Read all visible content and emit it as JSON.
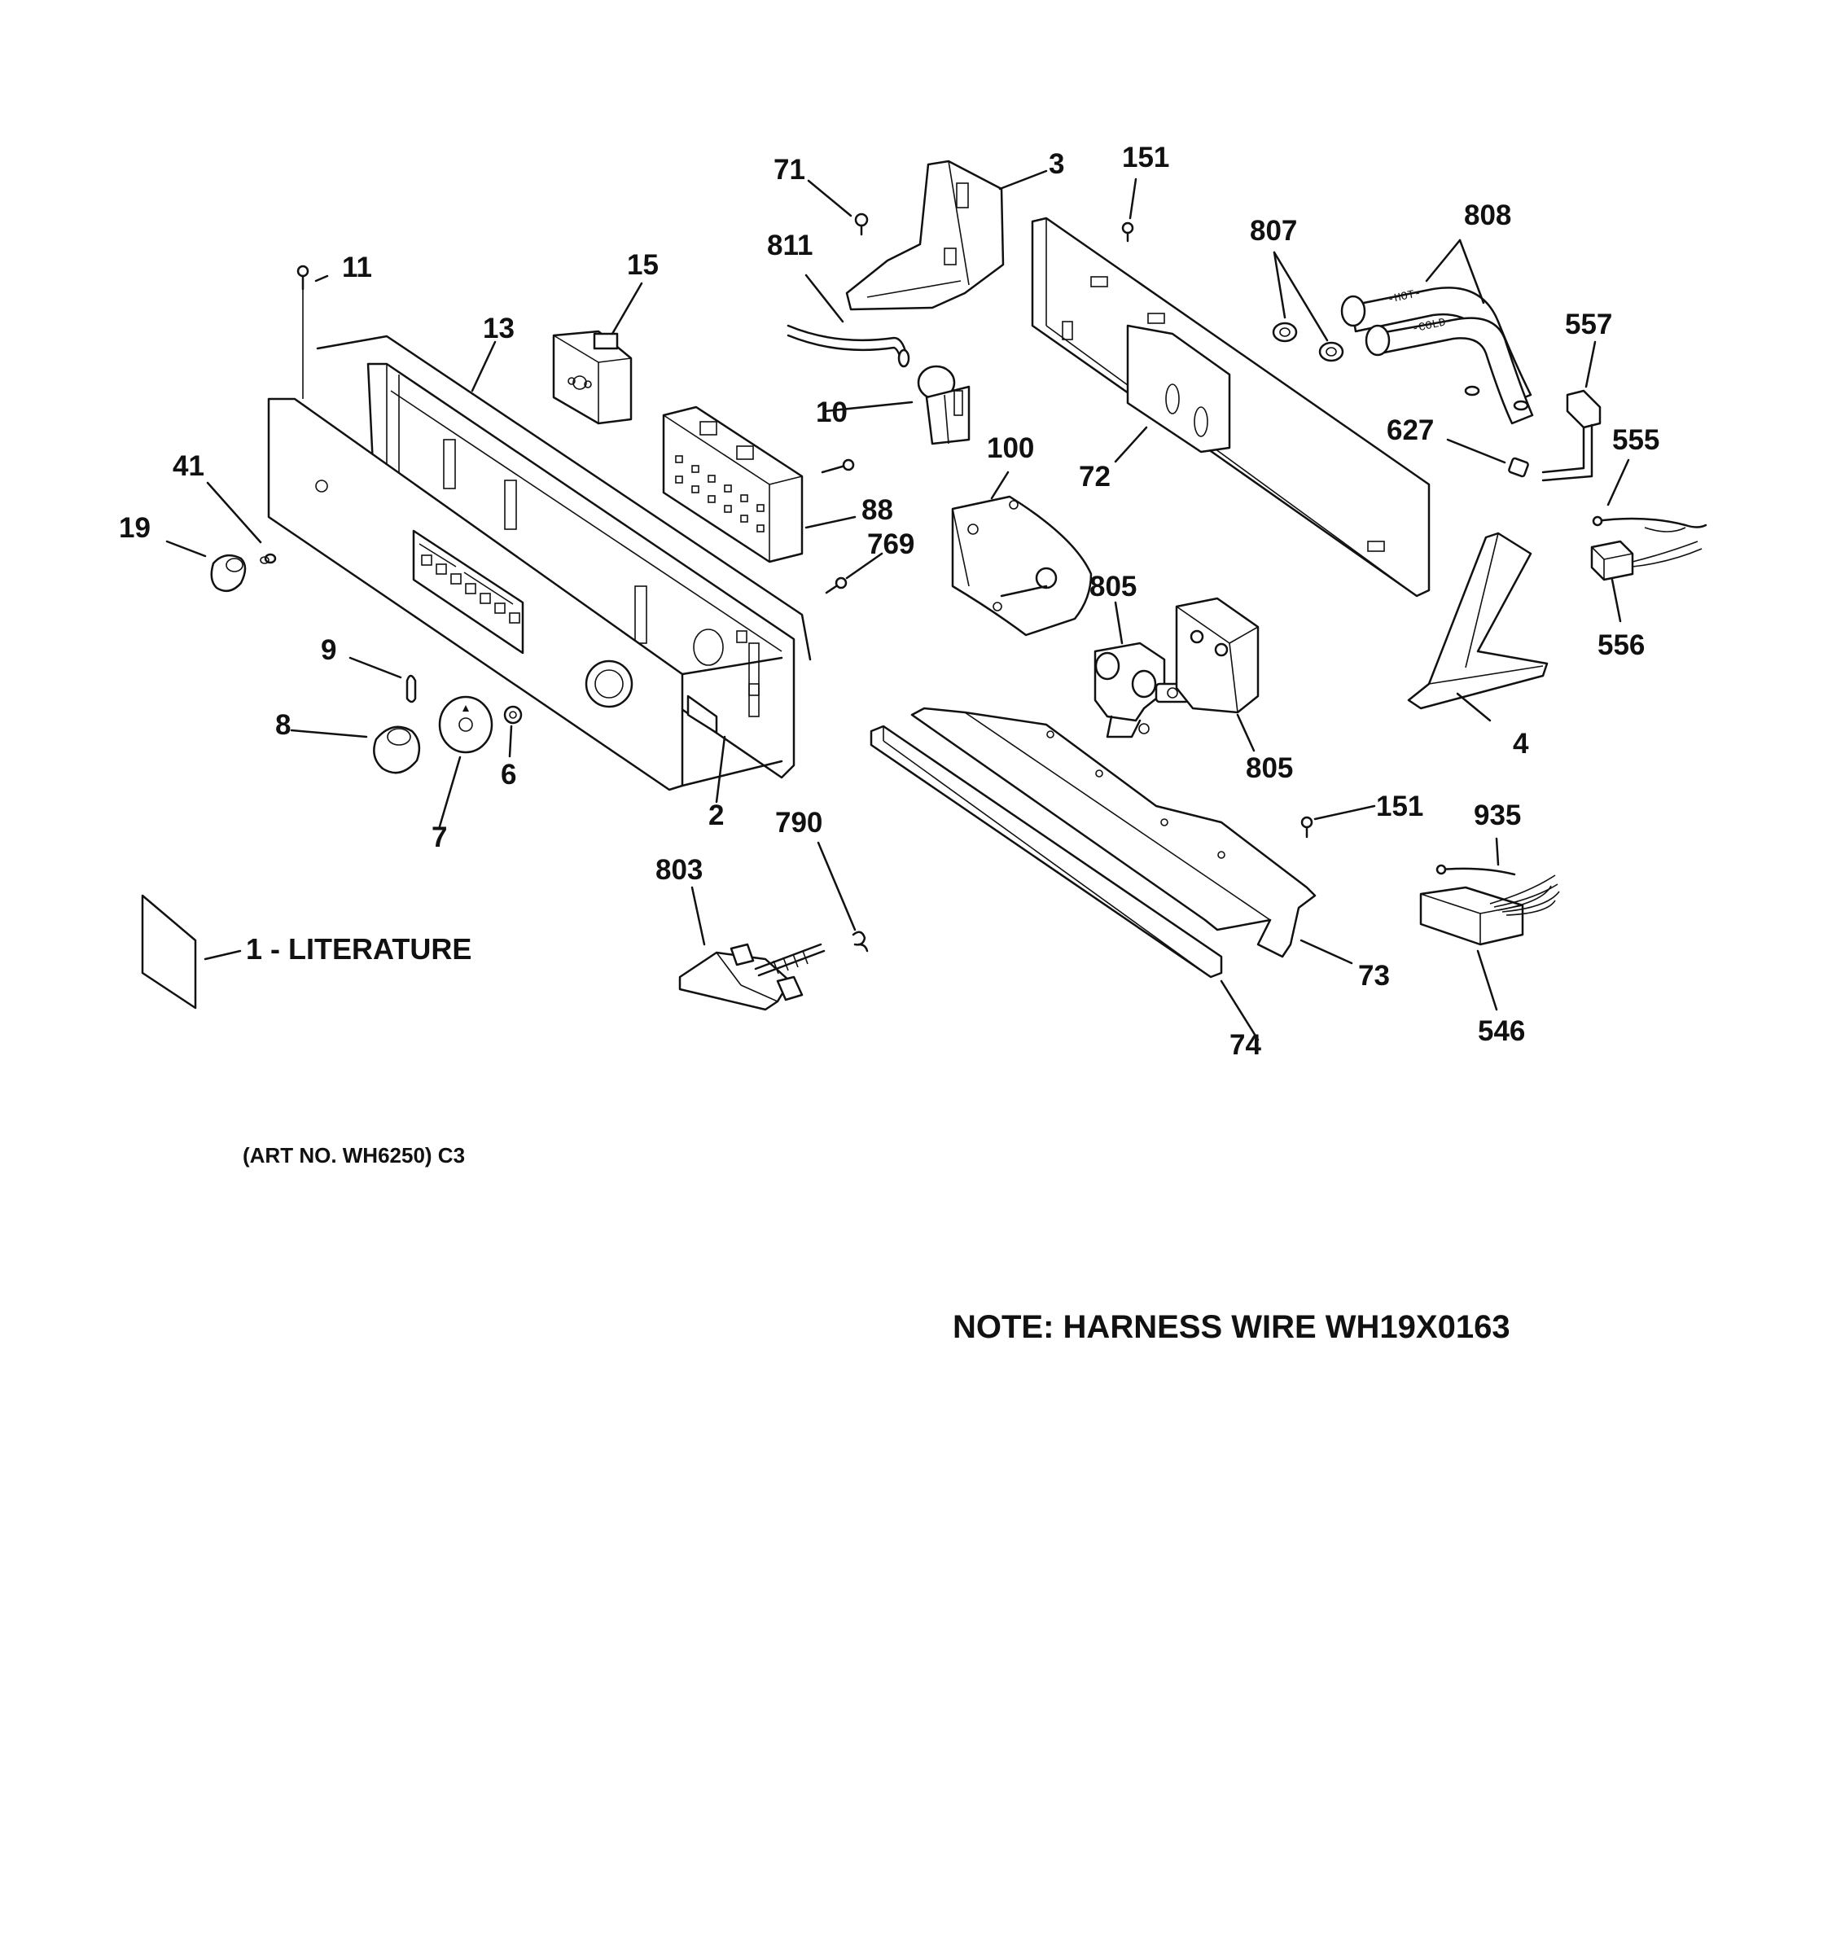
{
  "callouts": {
    "c71": "71",
    "c3": "3",
    "c151a": "151",
    "c807": "807",
    "c808": "808",
    "c811": "811",
    "c11": "11",
    "c15": "15",
    "c13": "13",
    "c557": "557",
    "c10": "10",
    "c627": "627",
    "c555": "555",
    "c100": "100",
    "c72": "72",
    "c41": "41",
    "c88": "88",
    "c19": "19",
    "c769": "769",
    "c805a": "805",
    "c556": "556",
    "c9": "9",
    "c8": "8",
    "c6": "6",
    "c4": "4",
    "c805b": "805",
    "c7": "7",
    "c2": "2",
    "c790": "790",
    "c151b": "151",
    "c935": "935",
    "c803": "803",
    "c73": "73",
    "c74": "74",
    "c546": "546"
  },
  "literature_label": "1 - LITERATURE",
  "art_number": "(ART NO. WH6250) C3",
  "note": "NOTE: HARNESS WIRE WH19X0163",
  "hose_labels": {
    "hot": "-HOT-",
    "cold": "-COLD-"
  }
}
